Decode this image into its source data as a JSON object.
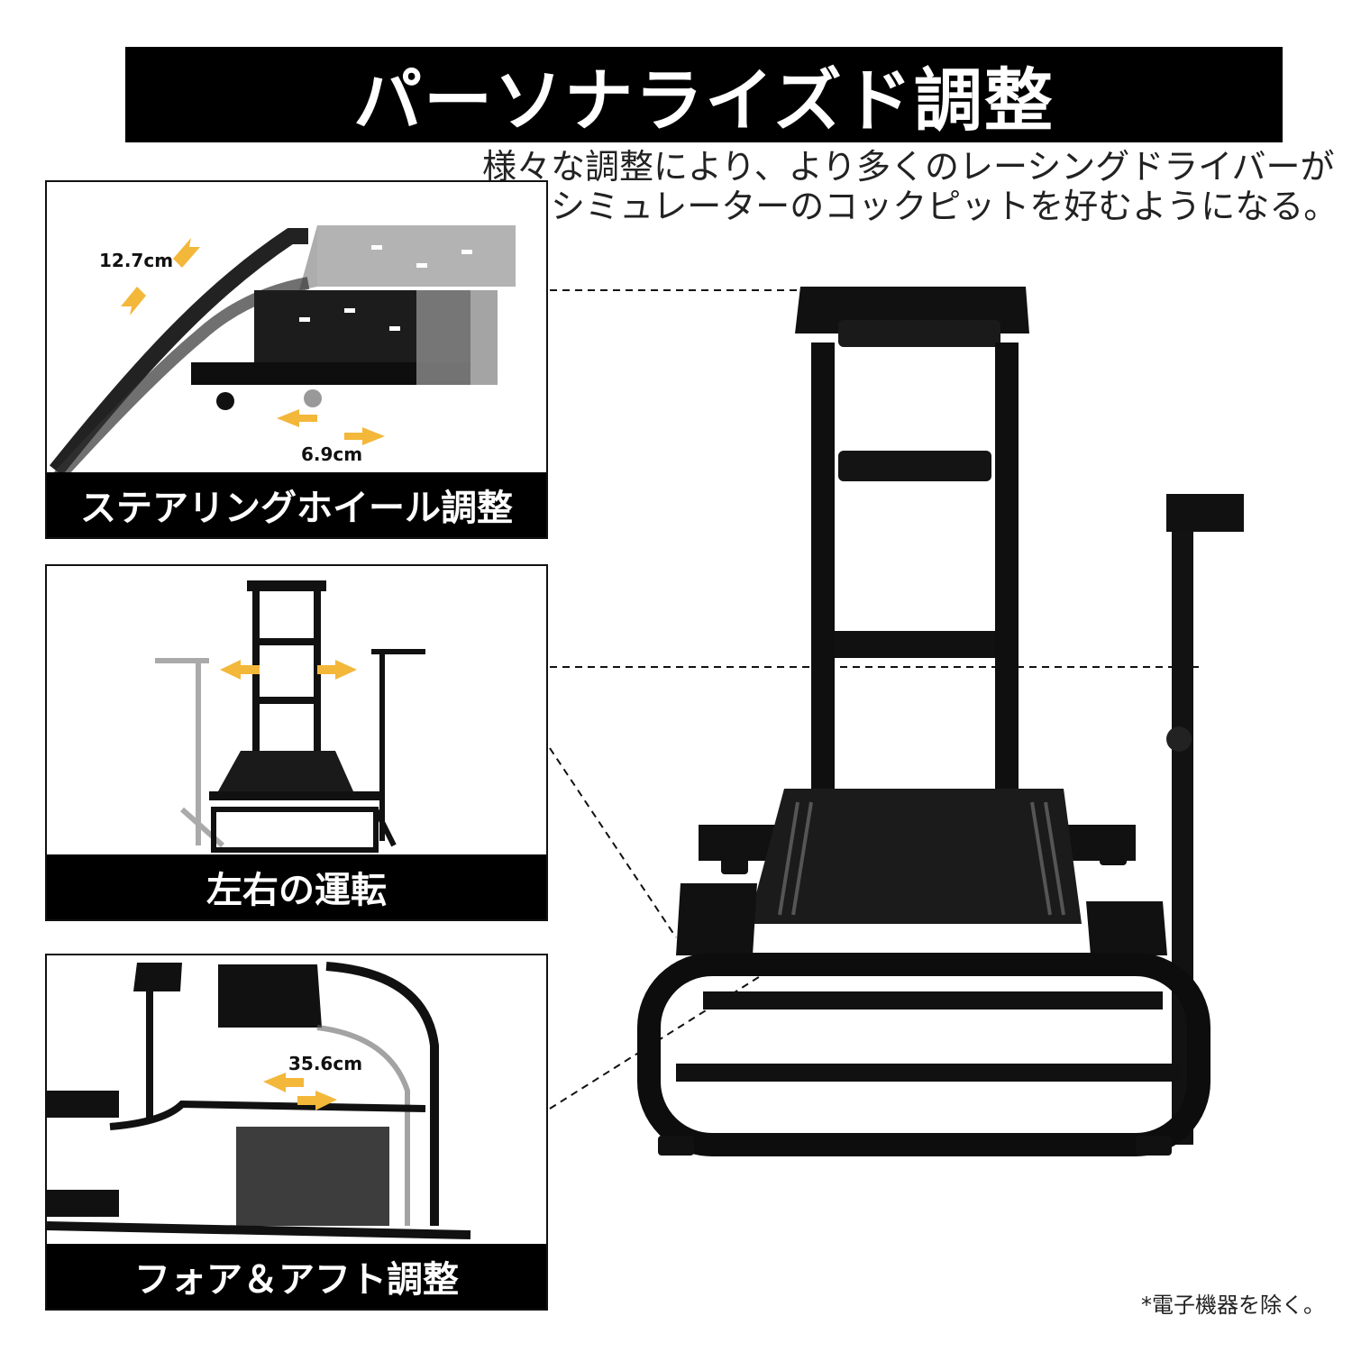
{
  "title": "パーソナライズド調整",
  "subtitle_lines": [
    "様々な調整により、より多くのレーシングドライバーが",
    "このシミュレーターのコックピットを好むようになる。"
  ],
  "panels": [
    {
      "caption": "ステアリングホイール調整",
      "dims": [
        "12.7cm",
        "6.9cm"
      ]
    },
    {
      "caption": "左右の運転"
    },
    {
      "caption": "フォア＆アフト調整",
      "dims": [
        "35.6cm"
      ]
    }
  ],
  "note": "*電子機器を除く。",
  "colors": {
    "banner": "#000000",
    "arrow": "#f3b73a",
    "frame": "#111111"
  }
}
